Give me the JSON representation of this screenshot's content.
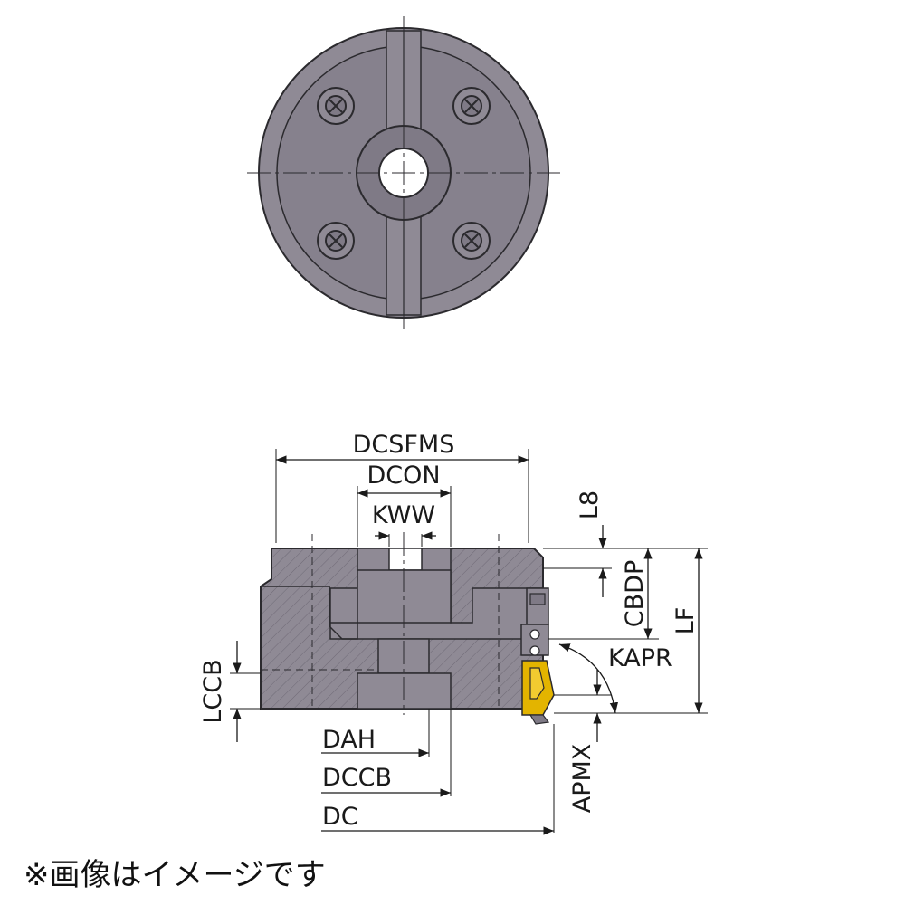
{
  "colors": {
    "body": "#8f8a95",
    "body_dark": "#7f7a86",
    "outline": "#2b2a2e",
    "insert": "#e3b400",
    "dim_line": "#1a1a1a",
    "background": "#ffffff"
  },
  "top_view": {
    "screw_icons": [
      "screw-hole-icon",
      "screw-hole-icon",
      "screw-hole-icon",
      "screw-hole-icon"
    ]
  },
  "dimensions": {
    "dcsfms": "DCSFMS",
    "dcon": "DCON",
    "kww": "KWW",
    "l8": "L8",
    "cbdp": "CBDP",
    "lf": "LF",
    "kapr": "KAPR",
    "lccb": "LCCB",
    "dah": "DAH",
    "dccb": "DCCB",
    "dc": "DC",
    "apmx": "APMX"
  },
  "note": "※画像はイメージです"
}
